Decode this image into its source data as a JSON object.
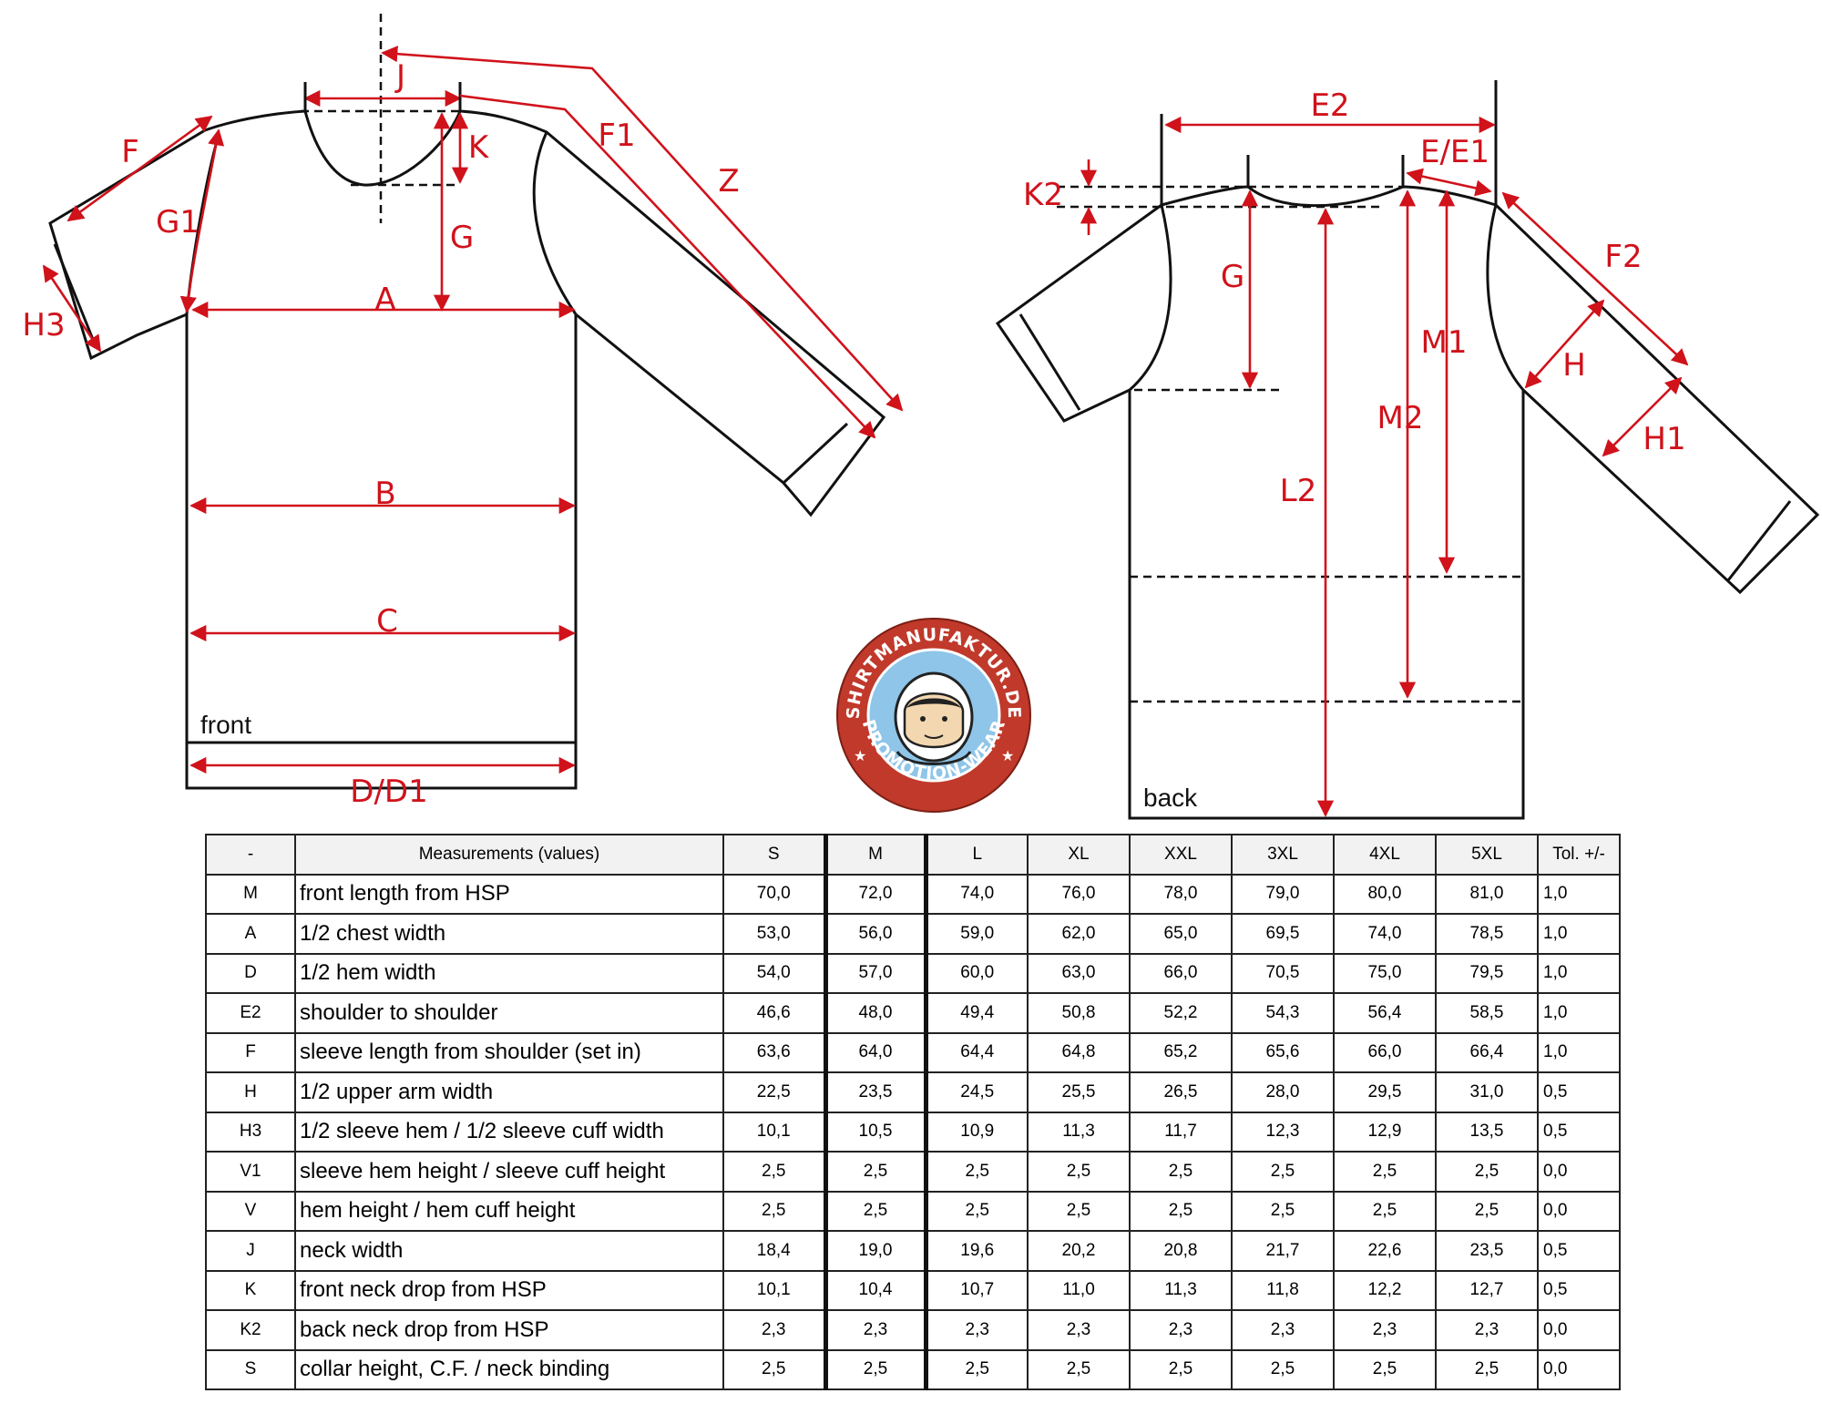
{
  "diagram": {
    "front_labels": [
      "J",
      "K",
      "F1",
      "Z",
      "F",
      "G1",
      "G",
      "A",
      "H3",
      "B",
      "C",
      "D/D1"
    ],
    "front_caption": "front",
    "back_labels": [
      "E2",
      "E/E1",
      "K2",
      "G",
      "F2",
      "M1",
      "H",
      "M2",
      "H1",
      "L2"
    ],
    "back_caption": "back"
  },
  "logo": {
    "top_text": "SHIRTMANUFAKTUR.DE",
    "bottom_text": "PROMOTION-WEAR",
    "colors": {
      "ring": "#c0392b",
      "inner": "#8ec5e8"
    }
  },
  "table": {
    "headers": [
      "-",
      "Measurements (values)",
      "S",
      "M",
      "L",
      "XL",
      "XXL",
      "3XL",
      "4XL",
      "5XL",
      "Tol. +/-"
    ],
    "rows": [
      [
        "M",
        "front length from HSP",
        "70,0",
        "72,0",
        "74,0",
        "76,0",
        "78,0",
        "79,0",
        "80,0",
        "81,0",
        "1,0"
      ],
      [
        "A",
        "1/2 chest width",
        "53,0",
        "56,0",
        "59,0",
        "62,0",
        "65,0",
        "69,5",
        "74,0",
        "78,5",
        "1,0"
      ],
      [
        "D",
        "1/2 hem width",
        "54,0",
        "57,0",
        "60,0",
        "63,0",
        "66,0",
        "70,5",
        "75,0",
        "79,5",
        "1,0"
      ],
      [
        "E2",
        "shoulder to shoulder",
        "46,6",
        "48,0",
        "49,4",
        "50,8",
        "52,2",
        "54,3",
        "56,4",
        "58,5",
        "1,0"
      ],
      [
        "F",
        "sleeve length from shoulder (set in)",
        "63,6",
        "64,0",
        "64,4",
        "64,8",
        "65,2",
        "65,6",
        "66,0",
        "66,4",
        "1,0"
      ],
      [
        "H",
        "1/2 upper arm width",
        "22,5",
        "23,5",
        "24,5",
        "25,5",
        "26,5",
        "28,0",
        "29,5",
        "31,0",
        "0,5"
      ],
      [
        "H3",
        "1/2 sleeve hem / 1/2 sleeve cuff width",
        "10,1",
        "10,5",
        "10,9",
        "11,3",
        "11,7",
        "12,3",
        "12,9",
        "13,5",
        "0,5"
      ],
      [
        "V1",
        "sleeve hem height / sleeve cuff height",
        "2,5",
        "2,5",
        "2,5",
        "2,5",
        "2,5",
        "2,5",
        "2,5",
        "2,5",
        "0,0"
      ],
      [
        "V",
        "hem height / hem cuff height",
        "2,5",
        "2,5",
        "2,5",
        "2,5",
        "2,5",
        "2,5",
        "2,5",
        "2,5",
        "0,0"
      ],
      [
        "J",
        "neck width",
        "18,4",
        "19,0",
        "19,6",
        "20,2",
        "20,8",
        "21,7",
        "22,6",
        "23,5",
        "0,5"
      ],
      [
        "K",
        "front neck drop from HSP",
        "10,1",
        "10,4",
        "10,7",
        "11,0",
        "11,3",
        "11,8",
        "12,2",
        "12,7",
        "0,5"
      ],
      [
        "K2",
        "back neck drop from HSP",
        "2,3",
        "2,3",
        "2,3",
        "2,3",
        "2,3",
        "2,3",
        "2,3",
        "2,3",
        "0,0"
      ],
      [
        "S",
        "collar height, C.F. / neck binding",
        "2,5",
        "2,5",
        "2,5",
        "2,5",
        "2,5",
        "2,5",
        "2,5",
        "2,5",
        "0,0"
      ]
    ]
  }
}
